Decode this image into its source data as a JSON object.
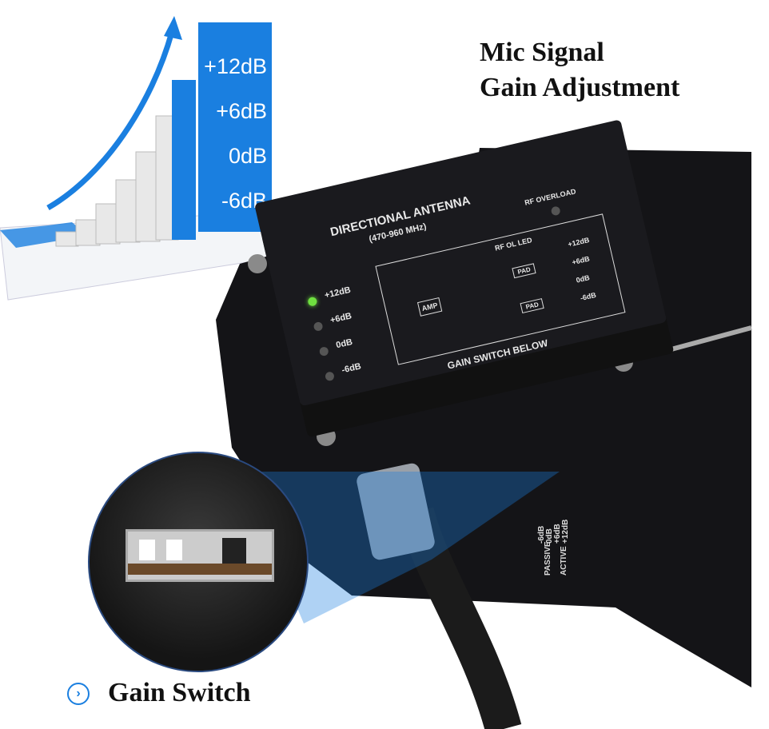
{
  "title": {
    "line1": "Mic Signal",
    "line2": "Gain Adjustment"
  },
  "gain_levels": [
    "+12dB",
    "+6dB",
    "0dB",
    "-6dB"
  ],
  "device": {
    "name": "DIRECTIONAL ANTENNA",
    "range": "(470-960 MHz)",
    "rf_overload": "RF OVERLOAD",
    "rf_ol_led": "RF OL LED",
    "amp": "AMP",
    "pad": "PAD",
    "gain_switch_below": "GAIN SWITCH BELOW",
    "led_labels": [
      "+12dB",
      "+6dB",
      "0dB",
      "-6dB"
    ],
    "active_led": "+12dB",
    "switch_labels": {
      "passive": "PASSIVE",
      "active": "ACTIVE",
      "positions": [
        "-6dB",
        "0dB",
        "+6dB",
        "+12dB"
      ]
    }
  },
  "footer": {
    "label": "Gain Switch",
    "icon": "chevron-right-circle-icon"
  },
  "colors": {
    "accent_blue": "#1a7fe0",
    "led_on": "#6fe040",
    "device": "#1a1a1e"
  }
}
